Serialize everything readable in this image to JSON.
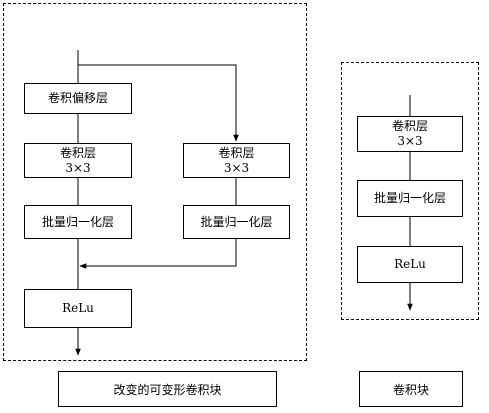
{
  "left_module": {
    "offset_layer": "卷积偏移层",
    "main_conv": {
      "label": "卷积层",
      "kernel": "3×3"
    },
    "main_bn": "批量归一化层",
    "side_conv": {
      "label": "卷积层",
      "kernel": "3×3"
    },
    "side_bn": "批量归一化层",
    "relu": "ReLu",
    "caption": "改变的可变形卷积块"
  },
  "right_module": {
    "conv": {
      "label": "卷积层",
      "kernel": "3×3"
    },
    "bn": "批量归一化层",
    "relu": "ReLu",
    "caption": "卷积块"
  }
}
